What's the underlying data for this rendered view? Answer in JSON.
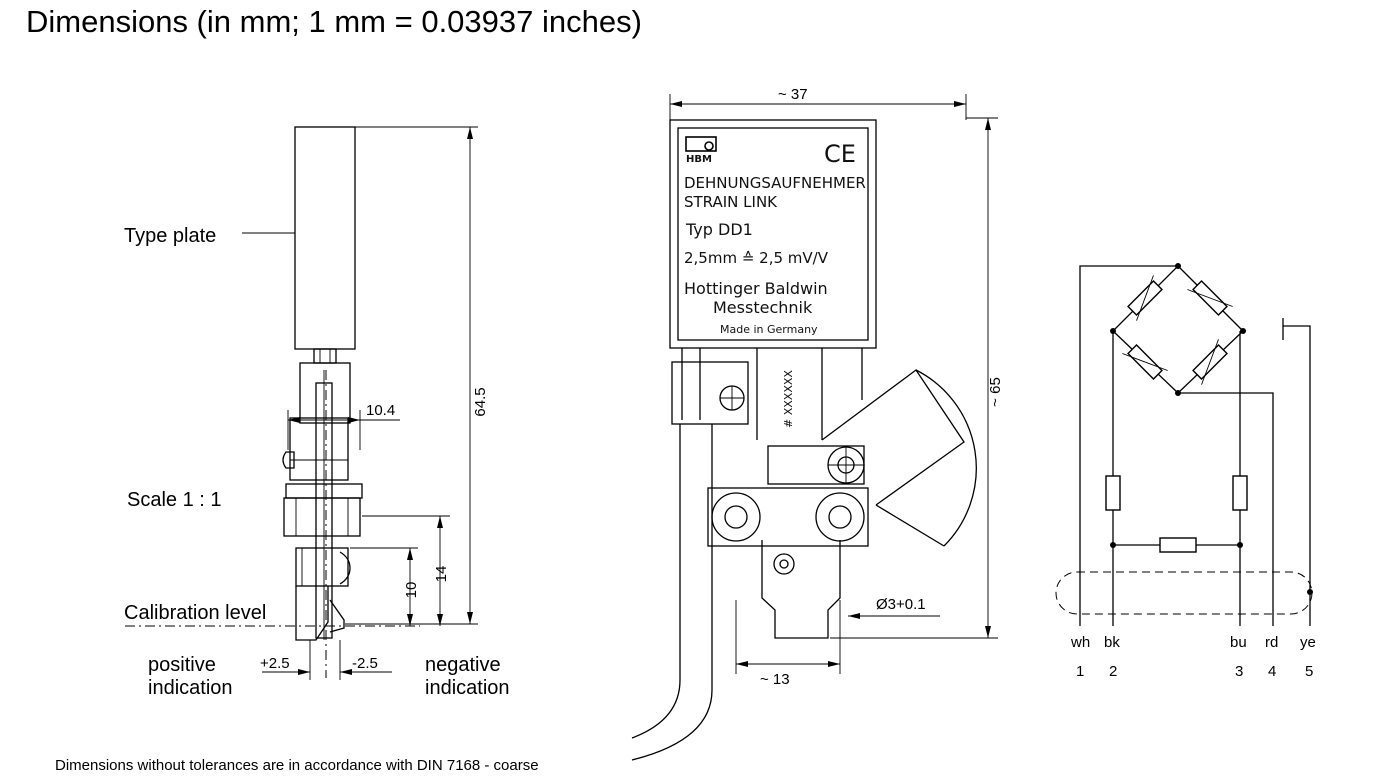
{
  "title": "Dimensions (in mm; 1 mm = 0.03937 inches)",
  "footer": "Dimensions without tolerances are in accordance with DIN 7168 -  coarse",
  "side_view": {
    "type_plate_label": "Type plate",
    "scale_label": "Scale 1 : 1",
    "calibration_label": "Calibration level",
    "positive_label_1": "positive",
    "positive_label_2": "indication",
    "negative_label_1": "negative",
    "negative_label_2": "indication",
    "dim_height": "64.5",
    "dim_width": "10.4",
    "dim_10": "10",
    "dim_14": "14",
    "dim_plus": "+2.5",
    "dim_minus": "-2.5"
  },
  "front_view": {
    "dim_width": "~ 37",
    "dim_height": "~ 65",
    "dim_bottom": "~ 13",
    "dim_hole": "Ø3+0.1",
    "plate": {
      "brand": "HBM",
      "ce": "CE",
      "line1": "DEHNUNGSAUFNEHMER",
      "line2": "STRAIN LINK",
      "line3": "Typ  DD1",
      "line4": "2,5mm ≙ 2,5 mV/V",
      "line5": "Hottinger Baldwin",
      "line6": "Messtechnik",
      "line7": "Made in Germany"
    },
    "serial": "# XXXXXX"
  },
  "circuit": {
    "wires": [
      {
        "color": "wh",
        "pin": "1"
      },
      {
        "color": "bk",
        "pin": "2"
      },
      {
        "color": "bu",
        "pin": "3"
      },
      {
        "color": "rd",
        "pin": "4"
      },
      {
        "color": "ye",
        "pin": "5"
      }
    ]
  }
}
